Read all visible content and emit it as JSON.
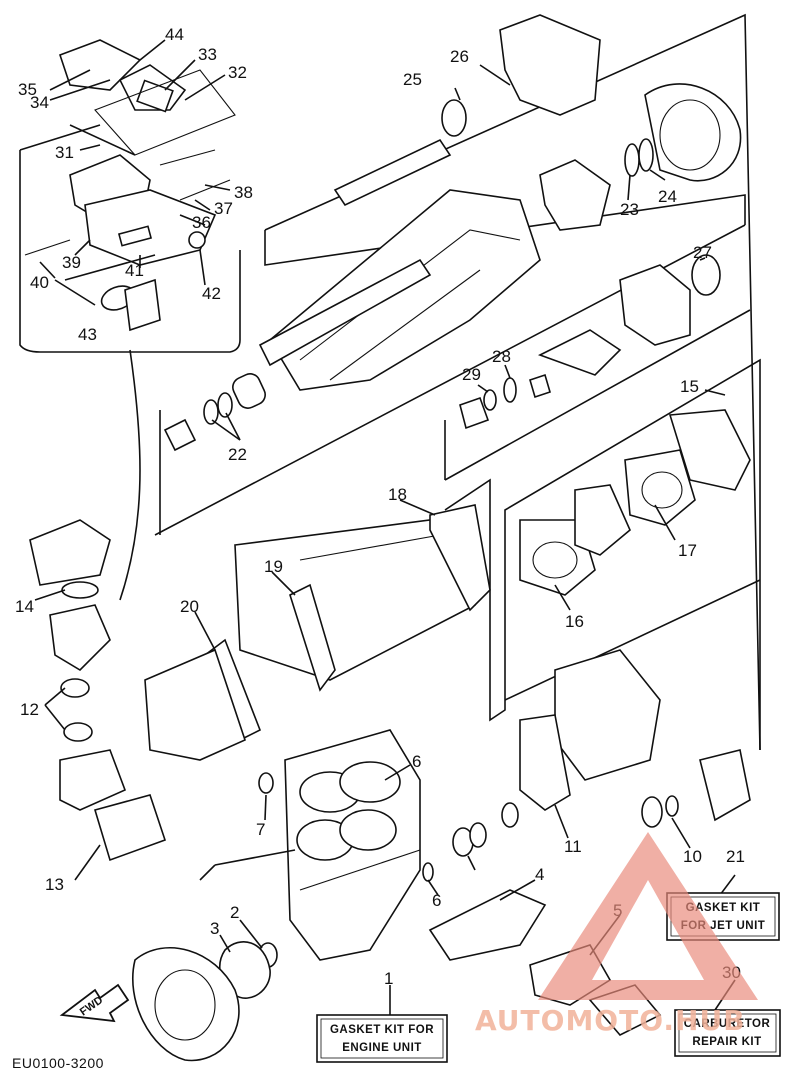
{
  "diagram": {
    "part_numbers": [
      "1",
      "2",
      "3",
      "4",
      "5",
      "6",
      "6",
      "7",
      "10",
      "11",
      "12",
      "13",
      "14",
      "15",
      "16",
      "17",
      "18",
      "19",
      "20",
      "21",
      "22",
      "23",
      "24",
      "25",
      "26",
      "27",
      "28",
      "29",
      "30",
      "31",
      "32",
      "33",
      "34",
      "35",
      "36",
      "37",
      "38",
      "39",
      "40",
      "41",
      "42",
      "43",
      "44"
    ],
    "kits": {
      "engine_unit_line1": "GASKET KIT FOR",
      "engine_unit_line2": "ENGINE UNIT",
      "jet_unit_line1": "GASKET KIT",
      "jet_unit_line2": "FOR JET UNIT",
      "carburetor_line1": "CARBURETOR",
      "carburetor_line2": "REPAIR KIT"
    },
    "fwd_label": "FWD",
    "figure_code": "EU0100-3200",
    "watermark": "AUTOMOTO.HUB"
  }
}
